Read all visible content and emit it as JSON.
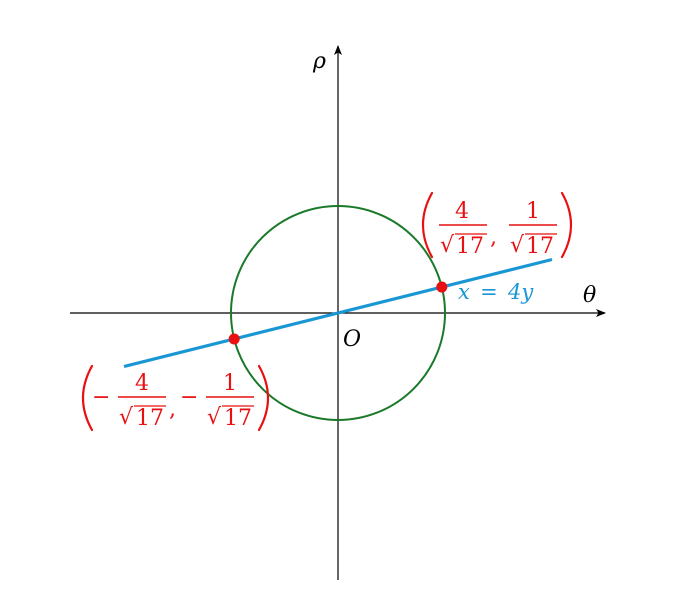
{
  "axes": {
    "x_label": "θ",
    "y_label": "ρ",
    "origin_label": "O"
  },
  "curves": {
    "circle": {
      "color": "#1a7a2a",
      "equation": "x^2 + y^2 = 1",
      "radius": 1
    },
    "line": {
      "color": "#1a96d4",
      "label": "x = 4y",
      "label_lhs": "x",
      "label_eq": "=",
      "label_rhs": "4y",
      "x_range": [
        -2,
        2
      ]
    }
  },
  "intersections": {
    "color": "#e81010",
    "points": [
      {
        "x_num": "4",
        "y_num": "1",
        "sign": "+",
        "den": "17",
        "value": [
          0.9701,
          0.2425
        ]
      },
      {
        "x_num": "4",
        "y_num": "1",
        "sign": "-",
        "den": "17",
        "value": [
          -0.9701,
          -0.2425
        ]
      }
    ]
  }
}
